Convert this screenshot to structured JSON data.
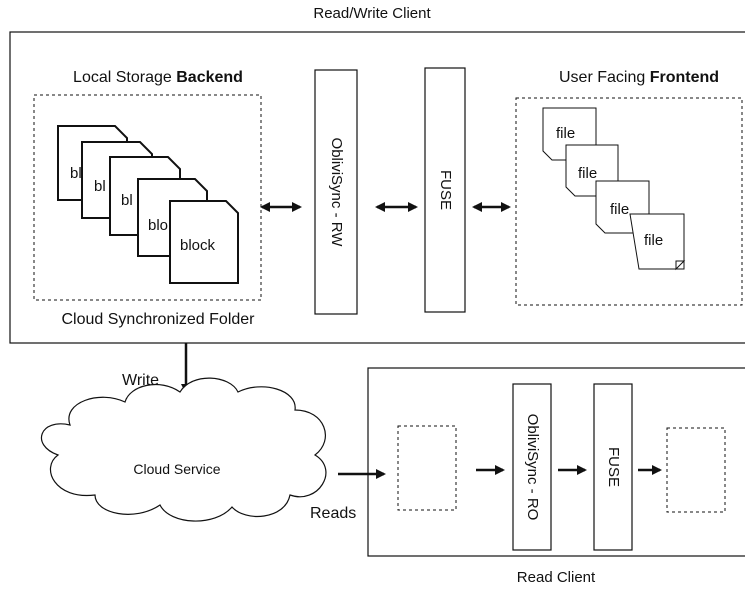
{
  "rw_client": {
    "title": "Read/Write Client",
    "backend": {
      "label_prefix": "Local Storage ",
      "label_bold": "Backend",
      "caption": "Cloud Synchronized Folder"
    },
    "blocks": [
      "bl",
      "bl",
      "bl",
      "blo",
      "block"
    ],
    "oblivisync": "ObliviSync - RW",
    "fuse": "FUSE",
    "frontend": {
      "label_prefix": "User Facing ",
      "label_bold": "Frontend"
    },
    "files": [
      "file",
      "file",
      "file",
      "file"
    ]
  },
  "write_label": "Write",
  "cloud": {
    "label": "Cloud Service"
  },
  "reads_label": "Reads",
  "read_client": {
    "title": "Read Client",
    "oblivisync": "ObliviSync - RO",
    "fuse": "FUSE"
  }
}
